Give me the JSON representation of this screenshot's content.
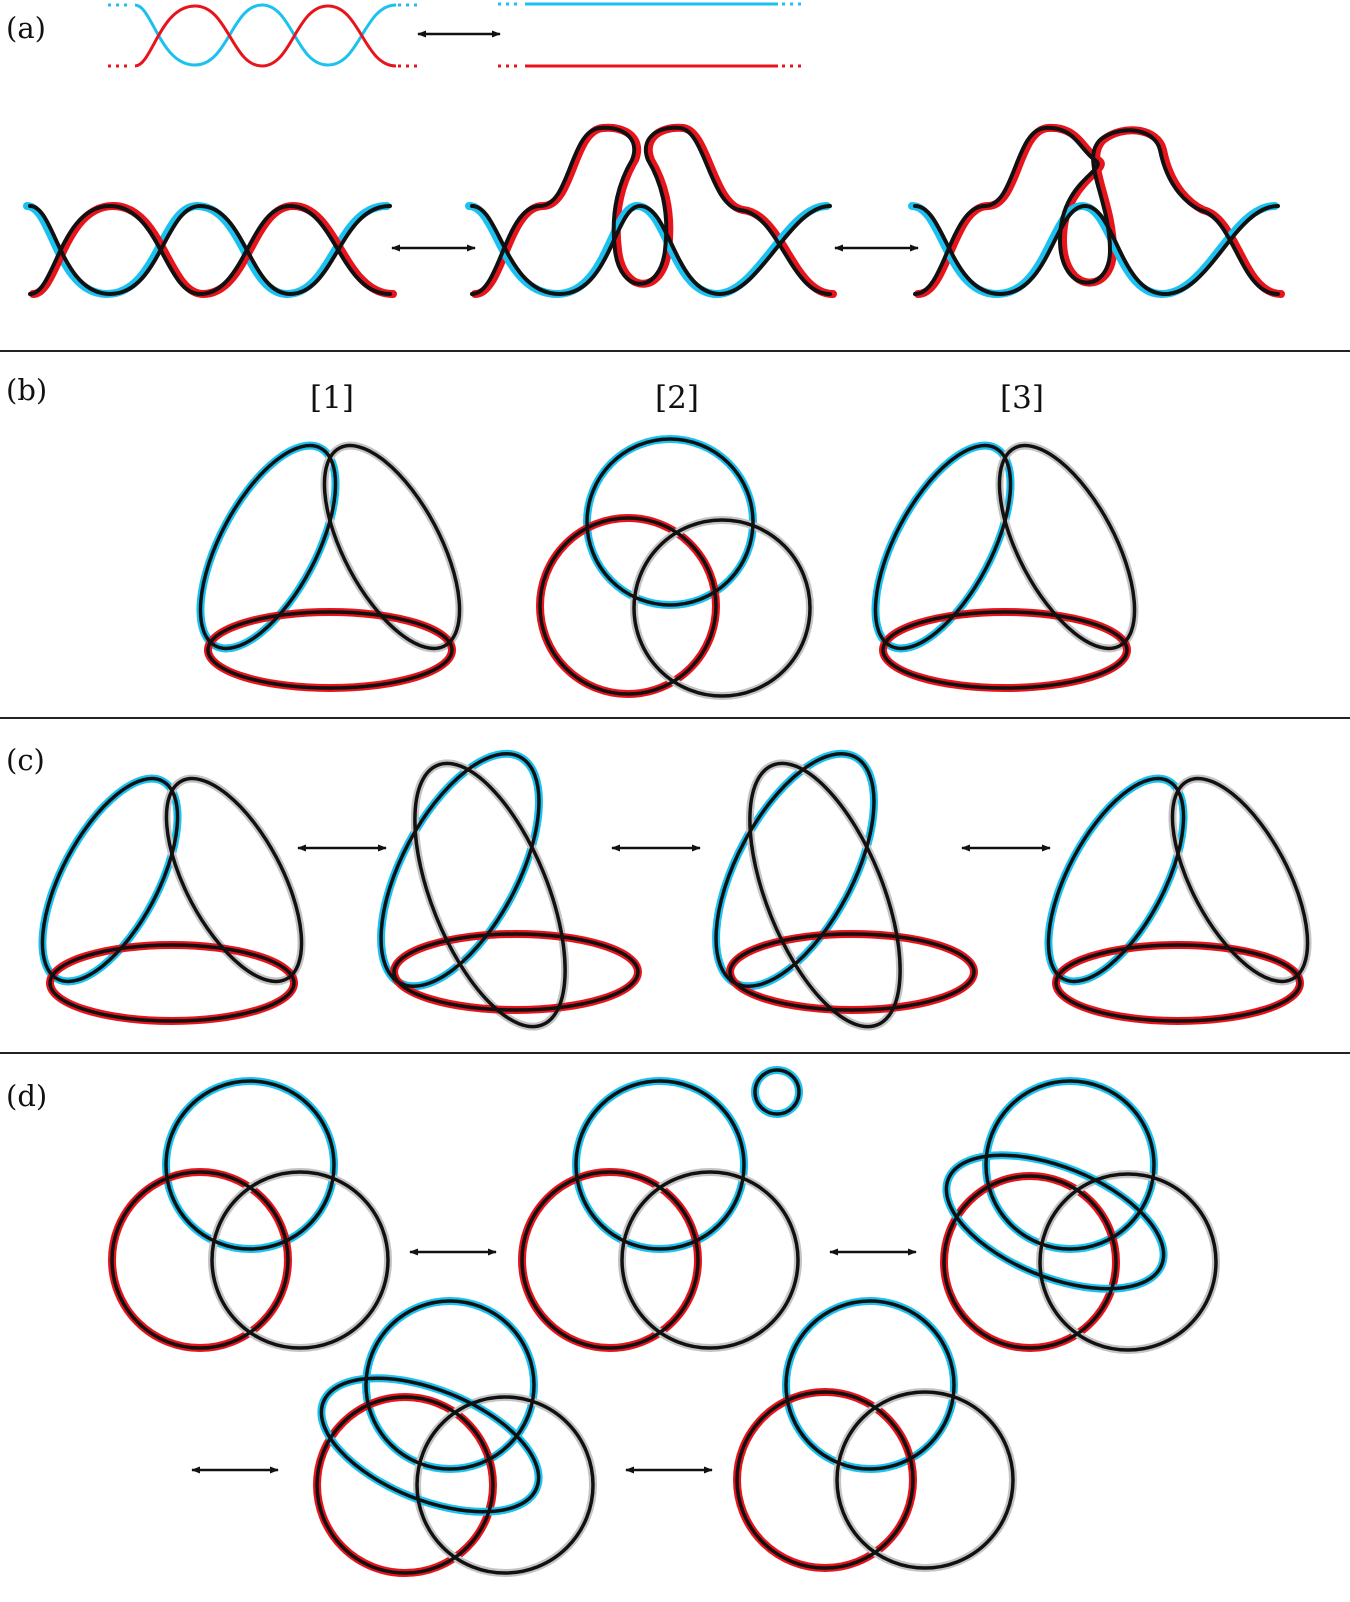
{
  "panels": [
    {
      "label": "(a)"
    },
    {
      "label": "(b)",
      "subfigure_labels": [
        "[1]",
        "[2]",
        "[3]"
      ]
    },
    {
      "label": "(c)"
    },
    {
      "label": "(d)"
    }
  ],
  "colors": {
    "black": "#111111",
    "blue": "#1bc1f0",
    "red": "#e8141c",
    "gray": "#c4c4c4",
    "divider": "#222222"
  }
}
